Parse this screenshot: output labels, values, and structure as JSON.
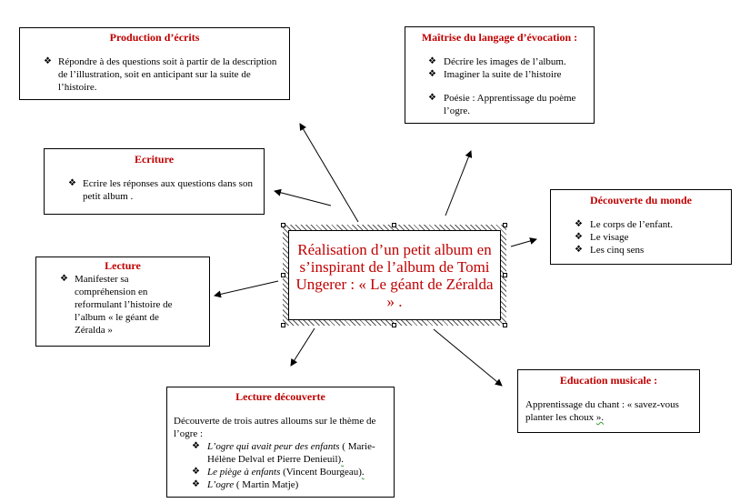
{
  "center": {
    "text": "Réalisation d’un petit album en s’inspirant de l’album de Tomi Ungerer : « Le géant de Zéralda » ."
  },
  "production": {
    "title": "Production d’écrits",
    "items": [
      "Répondre à des questions soit à partir de la description de l’illustration, soit en anticipant sur la suite de l’histoire."
    ]
  },
  "maitrise": {
    "title": "Maîtrise du langage d’évocation :",
    "items": [
      "Décrire les images de l’album.",
      "Imaginer la suite de l’histoire",
      "Poésie : Apprentissage du poème l’ogre."
    ]
  },
  "ecriture": {
    "title": "Ecriture",
    "items": [
      "Ecrire les réponses aux questions dans son petit album ."
    ]
  },
  "decouverte_monde": {
    "title": "Découverte du monde",
    "items": [
      "Le corps de l’enfant.",
      "Le visage",
      "Les cinq sens"
    ]
  },
  "lecture": {
    "title": "Lecture",
    "items": [
      "Manifester sa compréhension en reformulant l’histoire de l’album « le géant de Zéralda »"
    ]
  },
  "education": {
    "title": "Education musicale :",
    "text_main": "Apprentissage du chant : « savez-vous planter les choux ",
    "text_end": "»."
  },
  "lecture_decouverte": {
    "title": "Lecture découverte",
    "intro": "Découverte de trois autres alloums sur le thème de l’ogre :",
    "items": [
      {
        "italic": "L’ogre qui avait peur des enfants",
        "rest": " ( Marie-Hélène Delval et Pierre Denieuil)",
        "mark": "."
      },
      {
        "italic": "Le piège à enfants",
        "rest": " (Vincent Bourgeau)",
        "mark": "."
      },
      {
        "italic": "L’ogre",
        "rest": " ( Martin Matje)",
        "mark": ""
      }
    ]
  },
  "bullet_glyph": "❖"
}
